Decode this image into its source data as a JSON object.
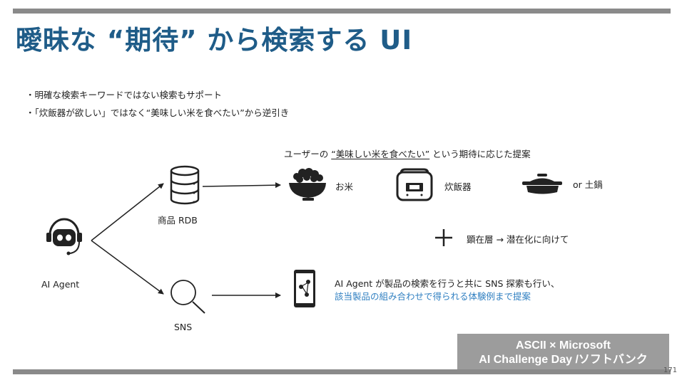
{
  "slide": {
    "title": "曖昧な “期待” から検索する UI",
    "bullets": [
      "・明確な検索キーワードではない検索もサポート",
      "・「炊飯器が欲しい」ではなく“美味しい米を食べたい”から逆引き"
    ],
    "page_number": "171"
  },
  "diagram": {
    "agent_label": "AI Agent",
    "rdb_label": "商品 RDB",
    "sns_label": "SNS",
    "headline": {
      "prefix": "ユーザーの ",
      "emphasis": "“美味しい米を食べたい”",
      "suffix": " という期待に応じた提案"
    },
    "products": [
      {
        "label": "お米",
        "icon": "rice-bowl-icon"
      },
      {
        "label": "炊飯器",
        "icon": "rice-cooker-icon"
      },
      {
        "label": "or 土鍋",
        "icon": "clay-pot-icon"
      }
    ],
    "plus_note": "顕在層 → 潜在化に向けて",
    "sns_note_line1": "AI Agent が製品の検索を行うと共に SNS 探索も行い、",
    "sns_note_line2": "該当製品の組み合わせで得られる体験例まで提案"
  },
  "badge": {
    "line1": "ASCII × Microsoft",
    "line2": "AI Challenge Day /ソフトバンク"
  },
  "colors": {
    "title": "#1f5c88",
    "accent_text": "#2f7fc1",
    "bar": "#8a8a8a",
    "badge_bg": "#9c9c9c"
  }
}
